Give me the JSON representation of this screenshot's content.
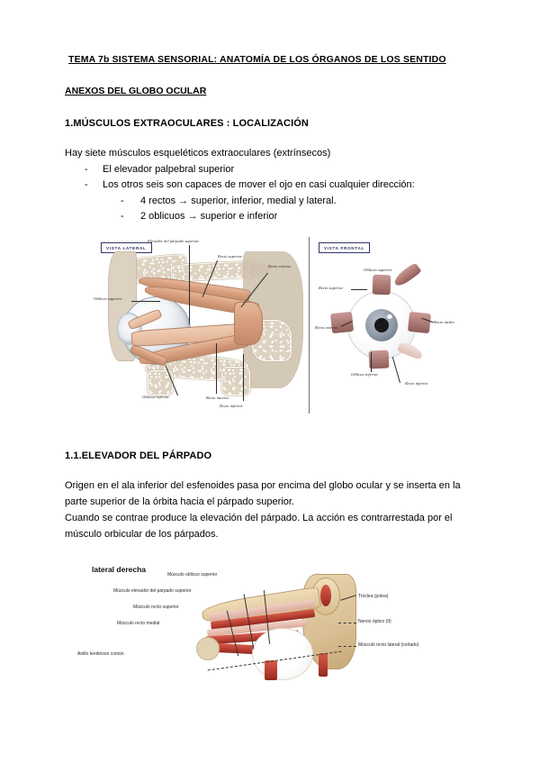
{
  "document": {
    "title": "TEMA 7b SISTEMA SENSORIAL: ANATOMÍA DE LOS ÓRGANOS DE LOS SENTIDO",
    "section_heading": "ANEXOS DEL GLOBO OCULAR",
    "subsection_1": "1.MÚSCULOS EXTRAOCULARES : LOCALIZACIÓN",
    "intro_line": "Hay siete músculos esqueléticos extraoculares (extrínsecos)",
    "bullets": [
      {
        "dash": "-",
        "text": "El elevador palpebral superior"
      },
      {
        "dash": "-",
        "text": "Los otros seis son capaces de mover el ojo en casi cualquier dirección:"
      }
    ],
    "sub_bullets": [
      {
        "dash": "-",
        "text": "4 rectos → superior, inferior, medial y lateral."
      },
      {
        "dash": "-",
        "text": "2 oblicuos → superior e inferior"
      }
    ],
    "subsection_1_1": "1.1.ELEVADOR DEL PÁRPADO",
    "paragraph_1": "Origen en el ala inferior del esfenoides pasa por encima del globo ocular y se inserta en la parte superior de la órbita hacia el párpado superior.",
    "paragraph_2": "Cuando se contrae produce la elevación del párpado. La acción es contrarrestada por el músculo orbicular de los párpados."
  },
  "figure_top": {
    "lateral": {
      "view_label": "VISTA LATERAL",
      "labels": [
        "Elevador del párpado superior",
        "Recto superior",
        "Recto externo",
        "Oblicuo superior",
        "Oblicuo inferior",
        "Recto interno",
        "Recto inferior"
      ]
    },
    "frontal": {
      "view_label": "VISTA FRONTAL",
      "labels": [
        "Oblicuo superior",
        "Recto superior",
        "Recto externo",
        "Recto medio",
        "Oblicuo inferior",
        "Recto inferior"
      ]
    }
  },
  "figure_bottom": {
    "caption": "lateral derecha",
    "labels_left": [
      "Músculo oblicuo superior",
      "Músculo elevador del párpado superior",
      "Músculo recto superior",
      "Músculo recto medial",
      "Anillo tendinoso común"
    ],
    "labels_right": [
      "Tróclea (polea)",
      "Nervio óptico (II)",
      "Músculo recto lateral (cortado)"
    ]
  },
  "colors": {
    "page_background": "#ffffff",
    "text": "#000000",
    "view_box_border": "#32356b",
    "muscle_tan": "#d79f7e",
    "muscle_red": "#b63d30",
    "bone_tan": "#d9bf93"
  }
}
